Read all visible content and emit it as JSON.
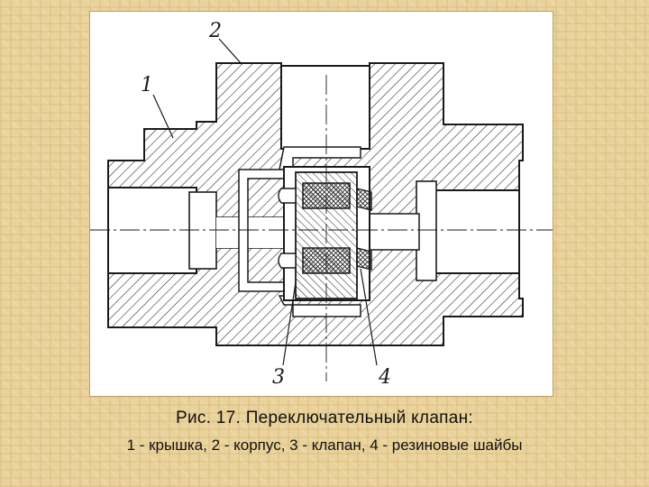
{
  "diagram": {
    "part_labels": [
      "1",
      "2",
      "3",
      "4"
    ]
  },
  "caption": {
    "title": "Рис. 17. Переключательный клапан:",
    "legend": "1 - крышка, 2 - корпус, 3 - клапан, 4 - резиновые шайбы"
  },
  "colors": {
    "background": "#e9d29c",
    "figure_background": "#ffffff",
    "ink": "#1a1a1a"
  }
}
